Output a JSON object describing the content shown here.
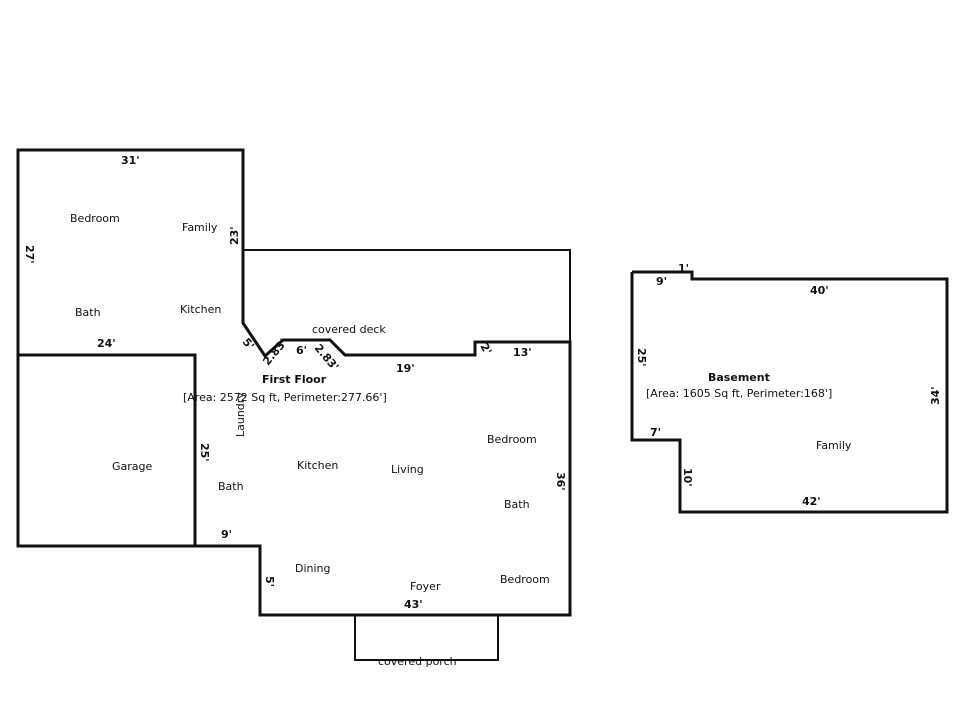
{
  "first_floor": {
    "title": "First Floor",
    "stats": "[Area: 2572 Sq ft,  Perimeter:277.66']",
    "rooms": {
      "bedroom_upper": "Bedroom",
      "family": "Family",
      "bath_upper": "Bath",
      "kitchen_upper": "Kitchen",
      "covered_deck": "covered deck",
      "garage": "Garage",
      "laundry": "Laundry",
      "bath_lower": "Bath",
      "kitchen": "Kitchen",
      "living": "Living",
      "bedroom_right": "Bedroom",
      "bath_right": "Bath",
      "dining": "Dining",
      "foyer": "Foyer",
      "bedroom_bottom": "Bedroom",
      "covered_porch": "covered porch"
    },
    "dimensions": {
      "top": "31'",
      "left": "27'",
      "upper_right": "23'",
      "upper_bottom": "24'",
      "diag_a": "5'",
      "diag_b": "2.83'",
      "notch": "6'",
      "diag_c": "2.83'",
      "deck_run": "19'",
      "step": "2'",
      "right_top": "13'",
      "garage_side": "25'",
      "garage_bottom": "9'",
      "dining_side": "5'",
      "right_side": "36'",
      "bottom": "43'"
    }
  },
  "basement": {
    "title": "Basement",
    "stats": "[Area: 1605 Sq ft,  Perimeter:168']",
    "rooms": {
      "family": "Family"
    },
    "dimensions": {
      "top_left": "9'",
      "notch": "1'",
      "top": "40'",
      "left": "25'",
      "right": "34'",
      "step": "7'",
      "step_side": "10'",
      "bottom": "42'"
    }
  }
}
